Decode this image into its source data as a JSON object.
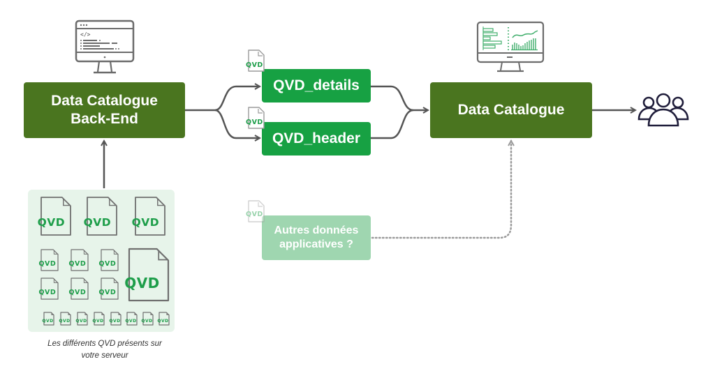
{
  "nodes": {
    "backend": {
      "line1": "Data Catalogue",
      "line2": "Back-End"
    },
    "qvd_details": {
      "label": "QVD_details"
    },
    "qvd_header": {
      "label": "QVD_header"
    },
    "data_catalogue": {
      "label": "Data Catalogue"
    },
    "other_data": {
      "line1": "Autres données",
      "line2": "applicatives ?"
    }
  },
  "file_icon_label": "QVD",
  "server_panel": {
    "caption_line1": "Les différents QVD présents sur",
    "caption_line2": "votre serveur",
    "file_count": 18
  },
  "icons": {
    "backend_monitor": "code-monitor-icon",
    "frontend_monitor": "dashboard-monitor-icon",
    "users": "users-group-icon",
    "file": "qvd-file-icon"
  },
  "colors": {
    "node_dark": "#4a751f",
    "node_green": "#17a143",
    "node_light": "#9fd6b0",
    "panel_bg": "#e7f4ea",
    "edge": "#555555",
    "edge_dotted": "#9a9a9a",
    "qvd_text": "#1e9e4a",
    "users_stroke": "#1f1d3a"
  }
}
